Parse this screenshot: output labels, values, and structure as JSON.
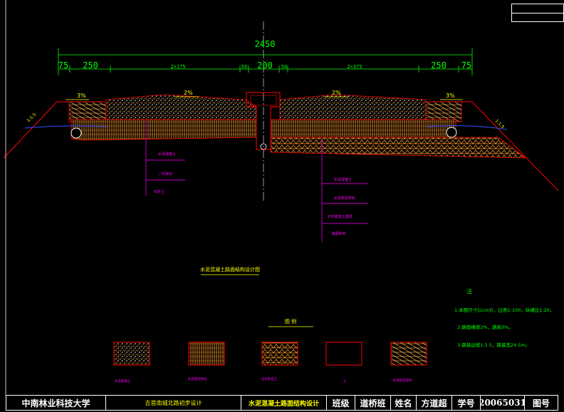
{
  "dimensions": {
    "total": "2450",
    "segments": [
      "75",
      "250",
      "2×175",
      "50",
      "200",
      "50",
      "2×375",
      "250",
      "75"
    ]
  },
  "slopes": {
    "cross_left": "3%",
    "lane_left": "2%",
    "lane_right": "2%",
    "cross_right": "3%",
    "side_left": "1:1.5",
    "side_right": "1:1.5"
  },
  "callouts": {
    "left": [
      "水泥混凝土",
      "二灰碎石",
      "石灰土"
    ],
    "right": [
      "水泥混凝土",
      "水泥稳定碎石",
      "石灰稳定土基层",
      "级配碎石"
    ]
  },
  "section_title": "水泥混凝土路面结构设计图",
  "legend": {
    "title": "图  例",
    "items": [
      "水泥混凝土",
      "水泥稳定碎石",
      "石灰稳定土",
      "土",
      "水泥稳定砂砾"
    ]
  },
  "notes": {
    "heading": "注",
    "lines": [
      "1.本图尺寸以cm计，比例1:100，纵横比1:20。",
      "2.路面横坡2%，路肩3%。",
      "3.路基边坡1:1.5，路基宽24.5m。"
    ]
  },
  "title_block": {
    "school": "中南林业科技大学",
    "project": "吉首南城北路初步设计",
    "drawing": "水泥混凝土路面结构设计",
    "class_label": "班级",
    "class_value": "道桥班",
    "name_label": "姓名",
    "name_value": "方道超",
    "id_label": "学号",
    "id_value": "20065031",
    "sheet_label": "图号"
  },
  "colors": {
    "dimension": "#00ff00",
    "outline": "#ff0000",
    "callout": "#ff00ff",
    "fill": "#ff9b2a",
    "text": "#ffffff",
    "highlight": "#ffff00",
    "centerline": "#ffffff"
  }
}
